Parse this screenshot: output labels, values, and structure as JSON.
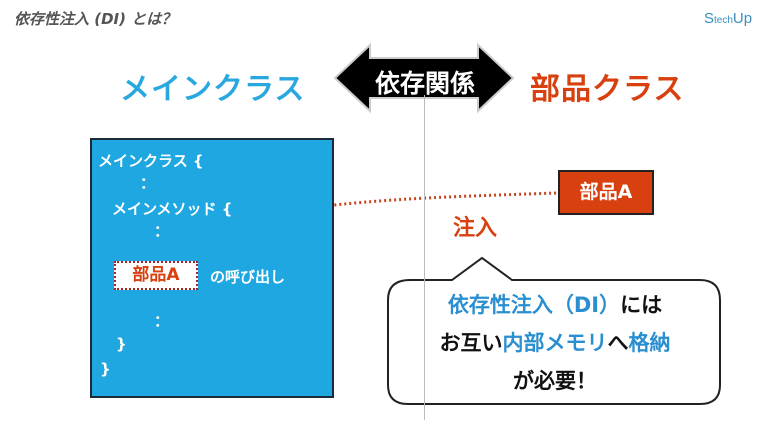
{
  "header": {
    "title": "依存性注入 (DI) とは？",
    "logo": {
      "main": "S",
      "small": "tech",
      "end": "Up"
    }
  },
  "labels": {
    "main_class": "メインクラス",
    "dependency": "依存関係",
    "part_class": "部品クラス",
    "inject": "注入"
  },
  "code": {
    "line1": "メインクラス {",
    "dots": "：",
    "line2": "メインメソッド {",
    "part": "部品A",
    "call": "の呼び出し",
    "close_inner": "}",
    "close_outer": "}"
  },
  "part_box": "部品A",
  "bubble": {
    "l1a": "依存性注入（DI）",
    "l1b": "には",
    "l2a": "お互い",
    "l2b": "内部メモリ",
    "l2c": "へ",
    "l2d": "格納",
    "l3": "が必要！"
  },
  "colors": {
    "blue": "#1ea7e1",
    "red": "#d9400f"
  }
}
